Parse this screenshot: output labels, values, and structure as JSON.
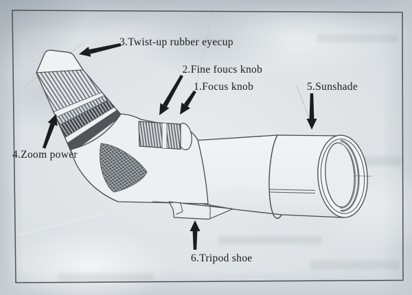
{
  "diagram": {
    "labels": {
      "focus_knob": "1.Focus knob",
      "fine_focus_knob": "2.Fine foucs knob",
      "eyecup": "3.Twist-up rubber eyecup",
      "zoom_power": "4.Zoom power",
      "sunshade": "5.Sunshade",
      "tripod_shoe": "6.Tripod shoe"
    },
    "colors": {
      "paper": "#d5dade",
      "ink": "#45494d",
      "arrow": "#1b1c1e"
    }
  }
}
